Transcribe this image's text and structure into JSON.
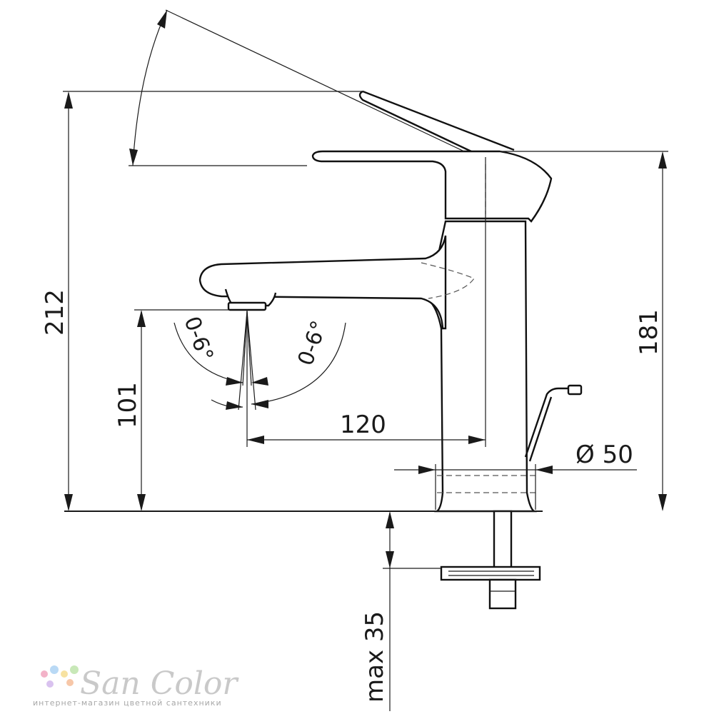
{
  "dimensions": {
    "total_height": "212",
    "body_height": "181",
    "spout_height": "101",
    "spout_reach": "120",
    "base_diameter": "Ø 50",
    "max_counter_thickness": "max 35",
    "angle_left": "0-6°",
    "angle_right": "0-6°"
  },
  "watermark": {
    "brand": "San Color",
    "tagline": "интернет-магазин цветной сантехники",
    "dot_colors": [
      "#f3b3c8",
      "#b9d9f5",
      "#f7e2a1",
      "#c8e8b8",
      "#d9c2ef",
      "#f7c7a8"
    ]
  }
}
